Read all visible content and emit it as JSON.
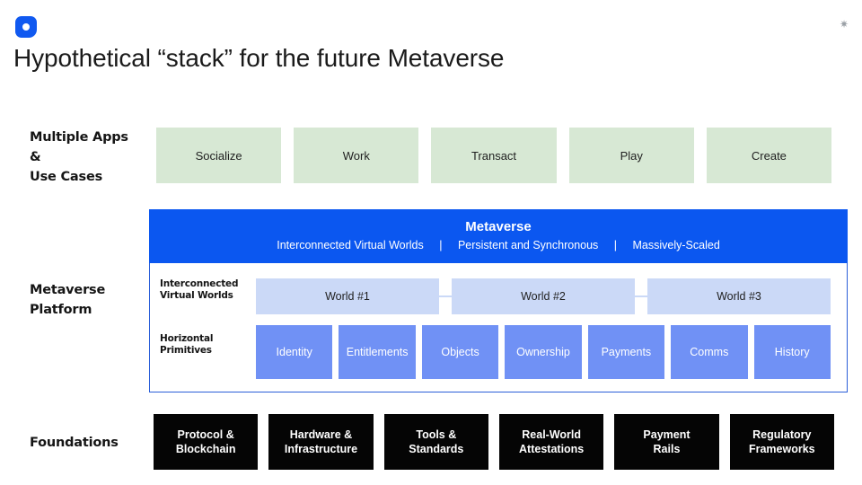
{
  "header": {
    "logo_icon": "app-logo-icon",
    "corner_icon": "sparkle-icon",
    "corner_glyph": "✷",
    "title": "Hypothetical “stack” for the future Metaverse"
  },
  "colors": {
    "brand_blue": "#0b57f0",
    "panel_border_blue": "#2b5fd9",
    "app_tile_green": "#d7e8d4",
    "world_tile_blue": "#cbd9f7",
    "primitive_tile_blue": "#7091f5",
    "foundation_tile_black": "#050505",
    "page_background": "#ffffff"
  },
  "rows": {
    "apps": {
      "label": "Multiple Apps\n&\nUse Cases",
      "label_lines": [
        "Multiple Apps",
        "&",
        "Use Cases"
      ],
      "tiles": [
        {
          "label": "Socialize"
        },
        {
          "label": "Work"
        },
        {
          "label": "Transact"
        },
        {
          "label": "Play"
        },
        {
          "label": "Create"
        }
      ]
    },
    "platform": {
      "label": "Metaverse\nPlatform",
      "label_lines": [
        "Metaverse",
        "Platform"
      ],
      "banner": {
        "title": "Metaverse",
        "attributes": [
          "Interconnected Virtual Worlds",
          "Persistent and Synchronous",
          "Massively-Scaled"
        ],
        "separator": "|"
      },
      "sub_labels": {
        "worlds": "Interconnected\nVirtual Worlds",
        "worlds_lines": [
          "Interconnected",
          "Virtual Worlds"
        ],
        "primitives": "Horizontal\nPrimitives",
        "primitives_lines": [
          "Horizontal",
          "Primitives"
        ]
      },
      "worlds": [
        {
          "label": "World #1"
        },
        {
          "label": "World #2"
        },
        {
          "label": "World #3"
        }
      ],
      "primitives": [
        {
          "label": "Identity"
        },
        {
          "label": "Entitlements"
        },
        {
          "label": "Objects"
        },
        {
          "label": "Ownership"
        },
        {
          "label": "Payments"
        },
        {
          "label": "Comms"
        },
        {
          "label": "History"
        }
      ]
    },
    "foundations": {
      "label": "Foundations",
      "tiles": [
        {
          "label": "Protocol &\nBlockchain"
        },
        {
          "label": "Hardware &\nInfrastructure"
        },
        {
          "label": "Tools &\nStandards"
        },
        {
          "label": "Real-World\nAttestations"
        },
        {
          "label": "Payment\nRails"
        },
        {
          "label": "Regulatory\nFrameworks"
        }
      ]
    }
  }
}
